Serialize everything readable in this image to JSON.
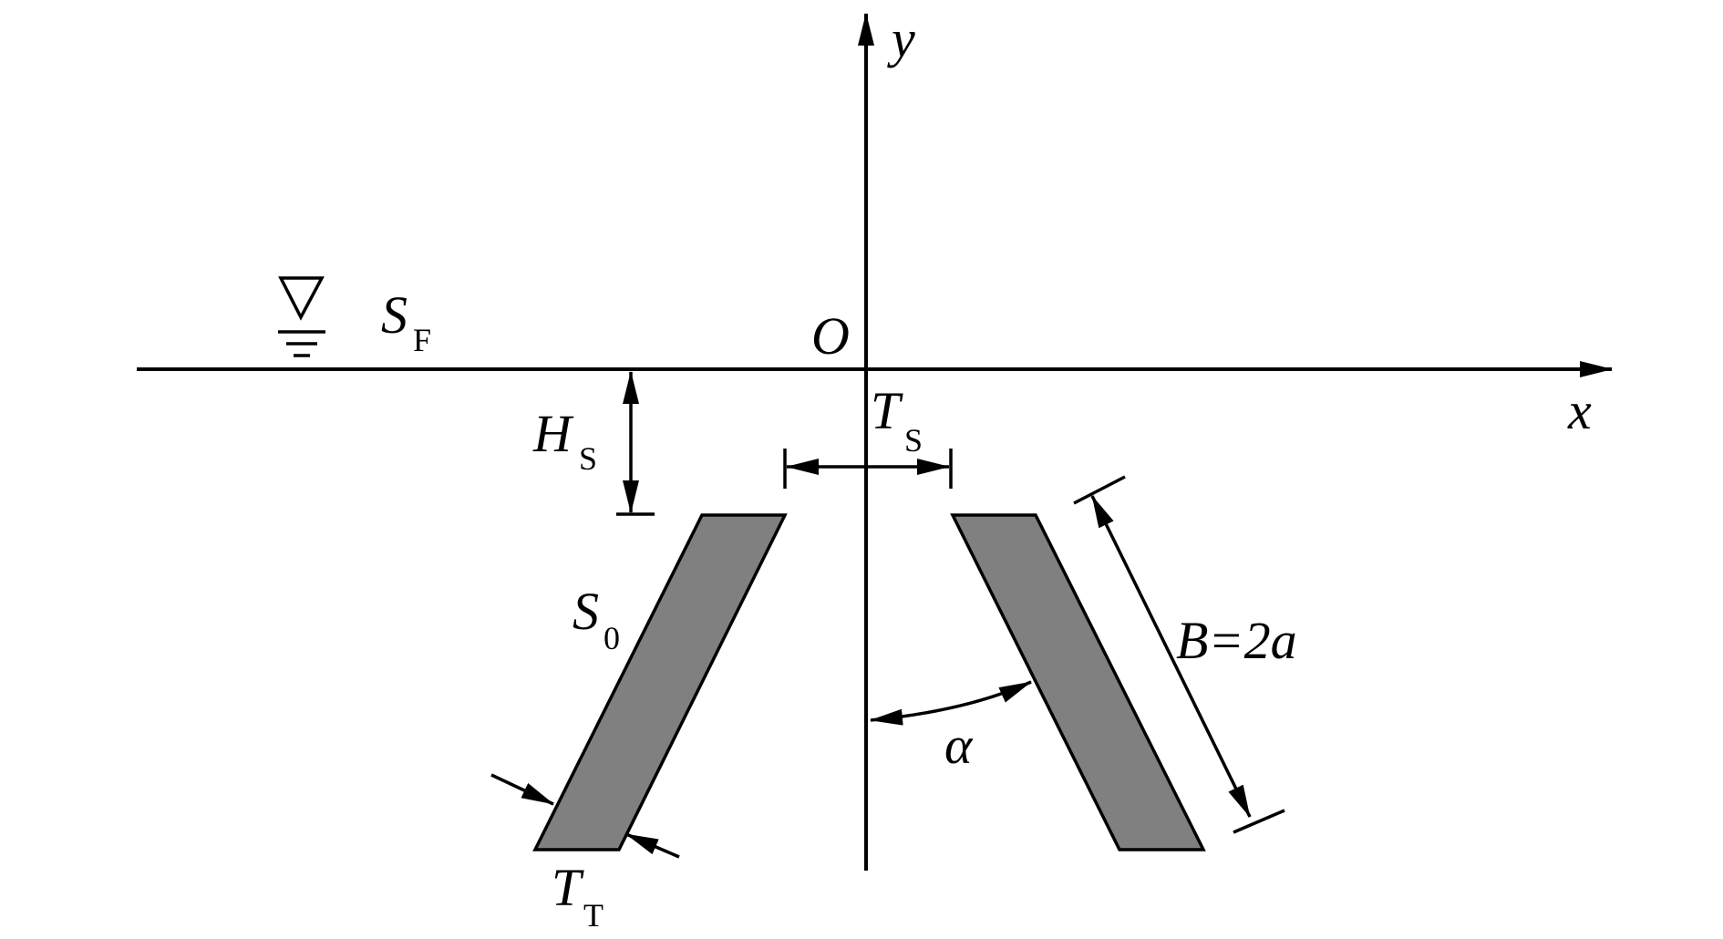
{
  "labels": {
    "y_axis": "y",
    "x_axis": "x",
    "origin": "O",
    "free_surface_main": "S",
    "free_surface_sub": "F",
    "submergence_main": "H",
    "submergence_sub": "S",
    "spacing_main": "T",
    "spacing_sub": "S",
    "body_surface_main": "S",
    "body_surface_sub": "0",
    "thickness_main": "T",
    "thickness_sub": "T",
    "width": "B=2a",
    "angle": "α"
  },
  "colors": {
    "plate_fill": "#808080",
    "stroke": "#000000"
  },
  "icons": {
    "water_level": "water-level-icon"
  }
}
